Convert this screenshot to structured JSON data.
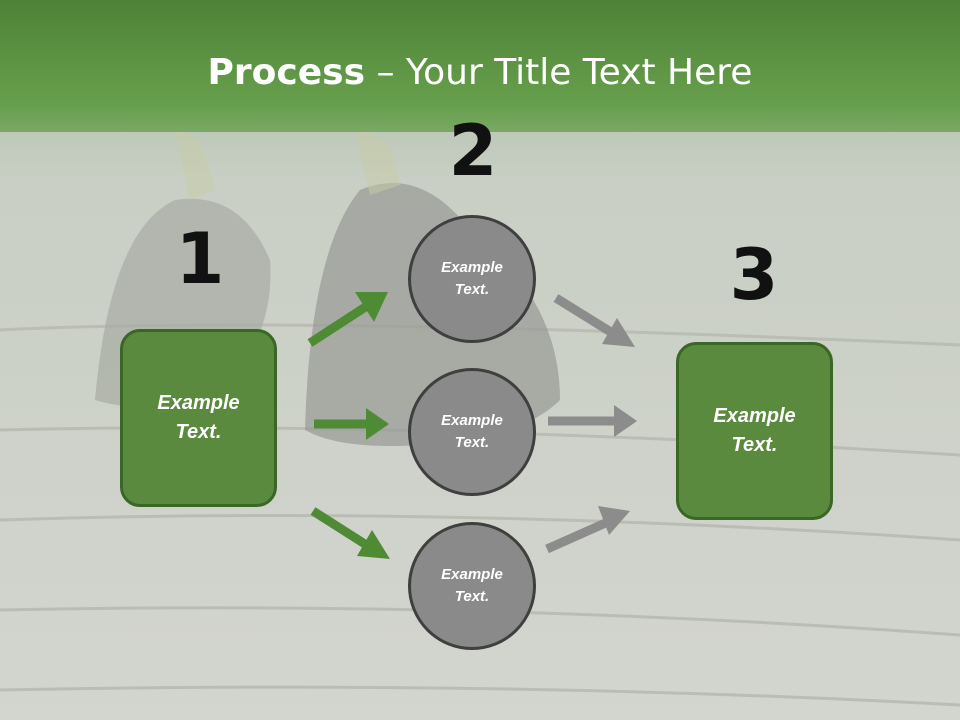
{
  "title": {
    "bold": "Process",
    "rest": " – Your Title Text Here"
  },
  "steps": {
    "one": "1",
    "two": "2",
    "three": "3"
  },
  "left_box": {
    "label": "Example\nText."
  },
  "right_box": {
    "label": "Example\nText."
  },
  "circles": [
    {
      "label": "Example\nText."
    },
    {
      "label": "Example\nText."
    },
    {
      "label": "Example\nText."
    }
  ],
  "colors": {
    "header_green": "#5c9a45",
    "box_fill": "#5a8a3e",
    "box_border": "#3a6626",
    "circle_fill": "#8a8a8a",
    "circle_border": "#3f3f3f",
    "green_arrow": "#4f8a35",
    "gray_arrow": "#8c8c8c"
  }
}
